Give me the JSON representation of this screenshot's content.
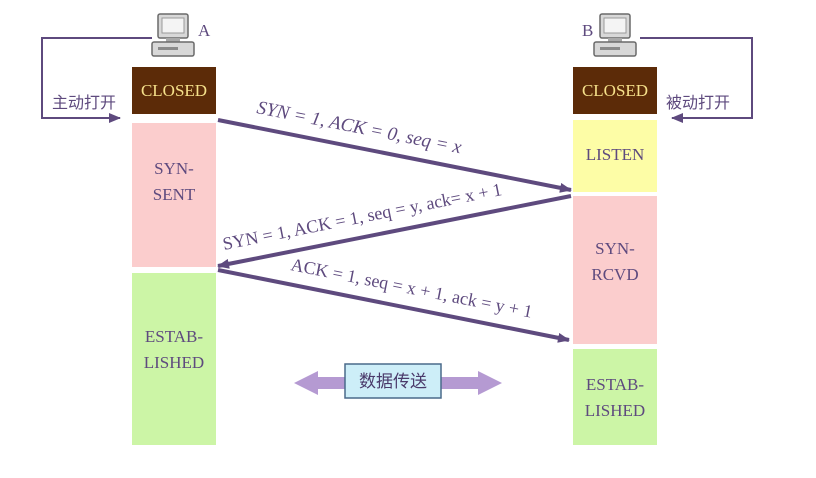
{
  "hosts": {
    "a": {
      "label": "A",
      "action": "主动打开"
    },
    "b": {
      "label": "B",
      "action": "被动打开"
    }
  },
  "states_a": [
    "CLOSED",
    "SYN-\nSENT",
    "ESTAB-\nLISHED"
  ],
  "states_b": [
    "CLOSED",
    "LISTEN",
    "SYN-\nRCVD",
    "ESTAB-\nLISHED"
  ],
  "messages": [
    "SYN = 1, ACK = 0, seq = x",
    "SYN = 1, ACK = 1, seq = y, ack= x + 1",
    "ACK = 1, seq = x + 1, ack = y + 1"
  ],
  "transfer_label": "数据传送",
  "colors": {
    "closed": "#5c2b08",
    "closed_text": "#f5e08a",
    "syn": "#fbcdcd",
    "established": "#ccf5a6",
    "listen": "#fdfda6",
    "arrow": "#5e4a7e",
    "transfer_arrow": "#b59ad2",
    "transfer_box": "#cdeef8",
    "text": "#5e4a7e"
  }
}
